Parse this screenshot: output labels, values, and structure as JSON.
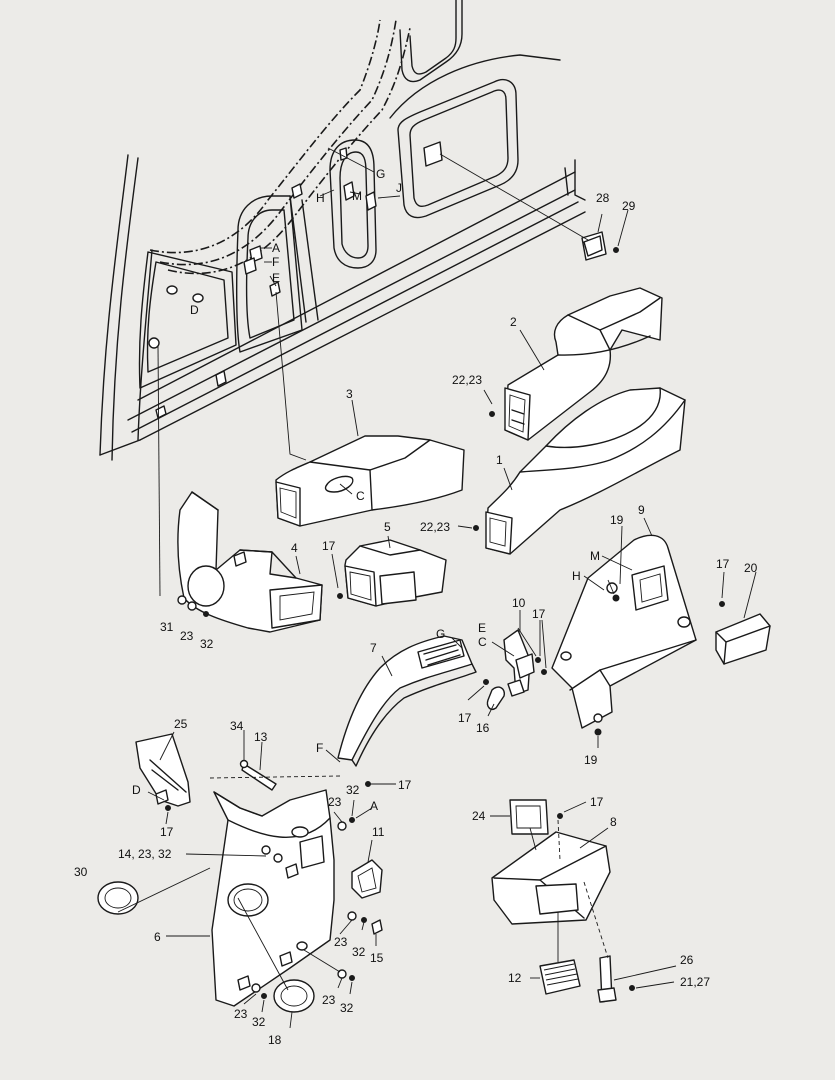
{
  "callouts": [
    {
      "text": "G"
    },
    {
      "text": "H"
    },
    {
      "text": "M"
    },
    {
      "text": "J"
    },
    {
      "text": "A"
    },
    {
      "text": "F"
    },
    {
      "text": "E"
    },
    {
      "text": "D"
    },
    {
      "text": "28"
    },
    {
      "text": "29"
    },
    {
      "text": "2"
    },
    {
      "text": "22,23"
    },
    {
      "text": "3"
    },
    {
      "text": "1"
    },
    {
      "text": "C"
    },
    {
      "text": "22,23"
    },
    {
      "text": "5"
    },
    {
      "text": "4"
    },
    {
      "text": "17"
    },
    {
      "text": "31"
    },
    {
      "text": "23"
    },
    {
      "text": "32"
    },
    {
      "text": "19"
    },
    {
      "text": "9"
    },
    {
      "text": "M"
    },
    {
      "text": "H"
    },
    {
      "text": "17"
    },
    {
      "text": "20"
    },
    {
      "text": "10"
    },
    {
      "text": "E"
    },
    {
      "text": "C"
    },
    {
      "text": "17"
    },
    {
      "text": "G"
    },
    {
      "text": "7"
    },
    {
      "text": "17"
    },
    {
      "text": "16"
    },
    {
      "text": "19"
    },
    {
      "text": "F"
    },
    {
      "text": "17"
    },
    {
      "text": "25"
    },
    {
      "text": "34"
    },
    {
      "text": "13"
    },
    {
      "text": "D"
    },
    {
      "text": "17"
    },
    {
      "text": "23"
    },
    {
      "text": "32"
    },
    {
      "text": "A"
    },
    {
      "text": "11"
    },
    {
      "text": "14, 23, 32"
    },
    {
      "text": "30"
    },
    {
      "text": "6"
    },
    {
      "text": "23"
    },
    {
      "text": "32"
    },
    {
      "text": "15"
    },
    {
      "text": "23"
    },
    {
      "text": "32"
    },
    {
      "text": "23"
    },
    {
      "text": "32"
    },
    {
      "text": "18"
    },
    {
      "text": "24"
    },
    {
      "text": "17"
    },
    {
      "text": "8"
    },
    {
      "text": "12"
    },
    {
      "text": "26"
    },
    {
      "text": "21,27"
    }
  ]
}
